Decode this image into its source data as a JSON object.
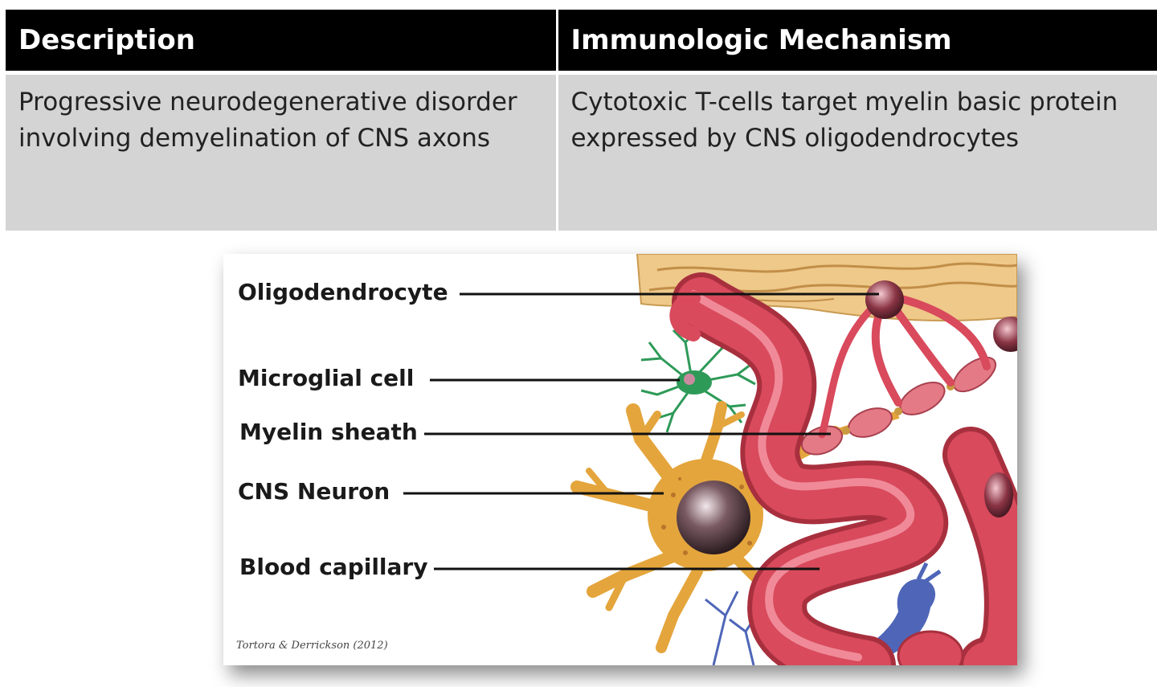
{
  "table": {
    "headers": [
      "Description",
      "Immunologic Mechanism"
    ],
    "rows": [
      [
        "Progressive neurodegenerative disorder involving demyelination of CNS axons",
        "Cytotoxic T-cells target myelin basic protein expressed by CNS oligodendrocytes"
      ]
    ]
  },
  "figure": {
    "labels": [
      "Oligodendrocyte",
      "Microglial cell",
      "Myelin sheath",
      "CNS Neuron",
      "Blood capillary"
    ],
    "credit": "Tortora & Derrickson (2012)",
    "colors": {
      "capillary": "#d84a5c",
      "neuron": "#e4a53c",
      "microglia": "#2e9a58",
      "tissue": "#eec98a",
      "astrocyte": "#4f66b8"
    }
  }
}
